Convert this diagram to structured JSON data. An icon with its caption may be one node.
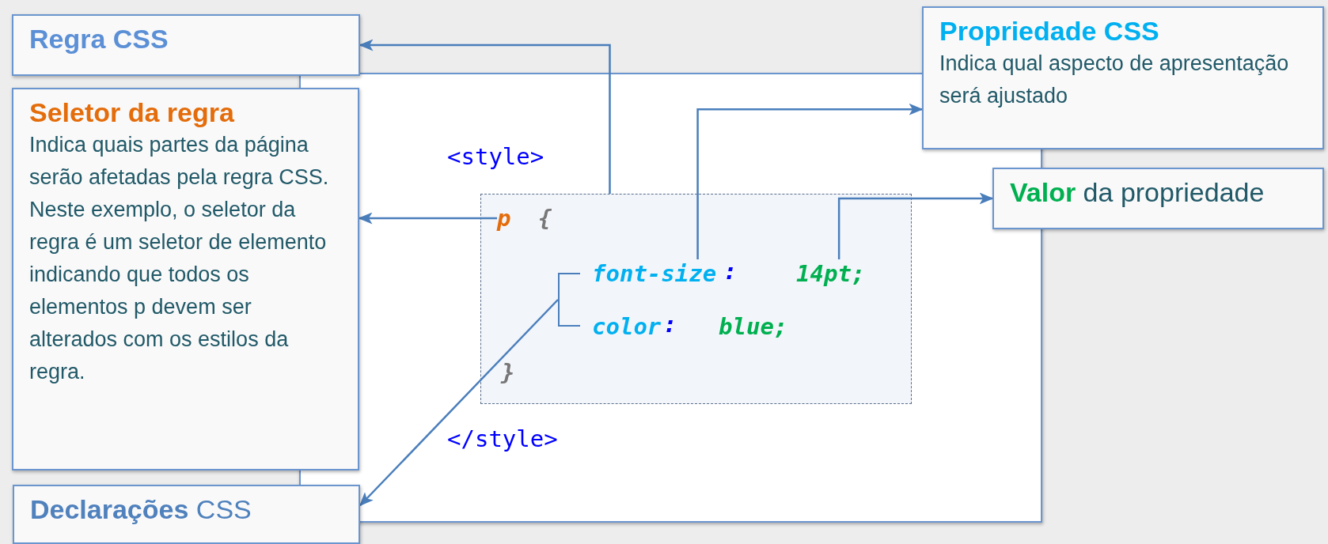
{
  "diagram": {
    "nodes": [
      {
        "text": [
          "Regra CSS"
        ]
      },
      {
        "text": [
          "Seletor da regra",
          "Indica quais partes da página serão afetadas pela regra CSS. Neste exemplo, o seletor da regra é um seletor de elemento indicando que todos os elementos p devem ser alterados com os estilos da regra."
        ]
      },
      {
        "text": [
          "**Declarações** CSS"
        ]
      },
      {
        "text": [
          "Propriedade CSS",
          "Indica qual aspecto de apresentação será ajustado"
        ]
      },
      {
        "text": [
          "**Valor** da propriedade"
        ]
      },
      {
        "text": [
          "<style>",
          "</style>"
        ]
      },
      {
        "text": [
          "{",
          "}"
        ],
        "in": 5
      },
      {
        "text": [
          "p"
        ],
        "in": 6
      },
      {
        "text": [],
        "shape": "bracket",
        "in": 6
      },
      {
        "text": [
          "font-size"
        ],
        "in": 8
      },
      {
        "text": [
          "14pt;"
        ],
        "in": 8
      },
      {
        "text": [
          "color"
        ],
        "in": 8
      },
      {
        "text": [
          "blue;"
        ],
        "in": 8
      }
    ],
    "edges": [
      {
        "from": 6,
        "to": 0,
        "arrow": "to"
      },
      {
        "from": 7,
        "to": 1,
        "arrow": "to"
      },
      {
        "from": 8,
        "to": 2,
        "arrow": "to"
      },
      {
        "from": 9,
        "to": 3,
        "arrow": "to"
      },
      {
        "from": 10,
        "to": 4,
        "arrow": "to"
      }
    ],
    "labels": [
      ":",
      ":"
    ]
  }
}
